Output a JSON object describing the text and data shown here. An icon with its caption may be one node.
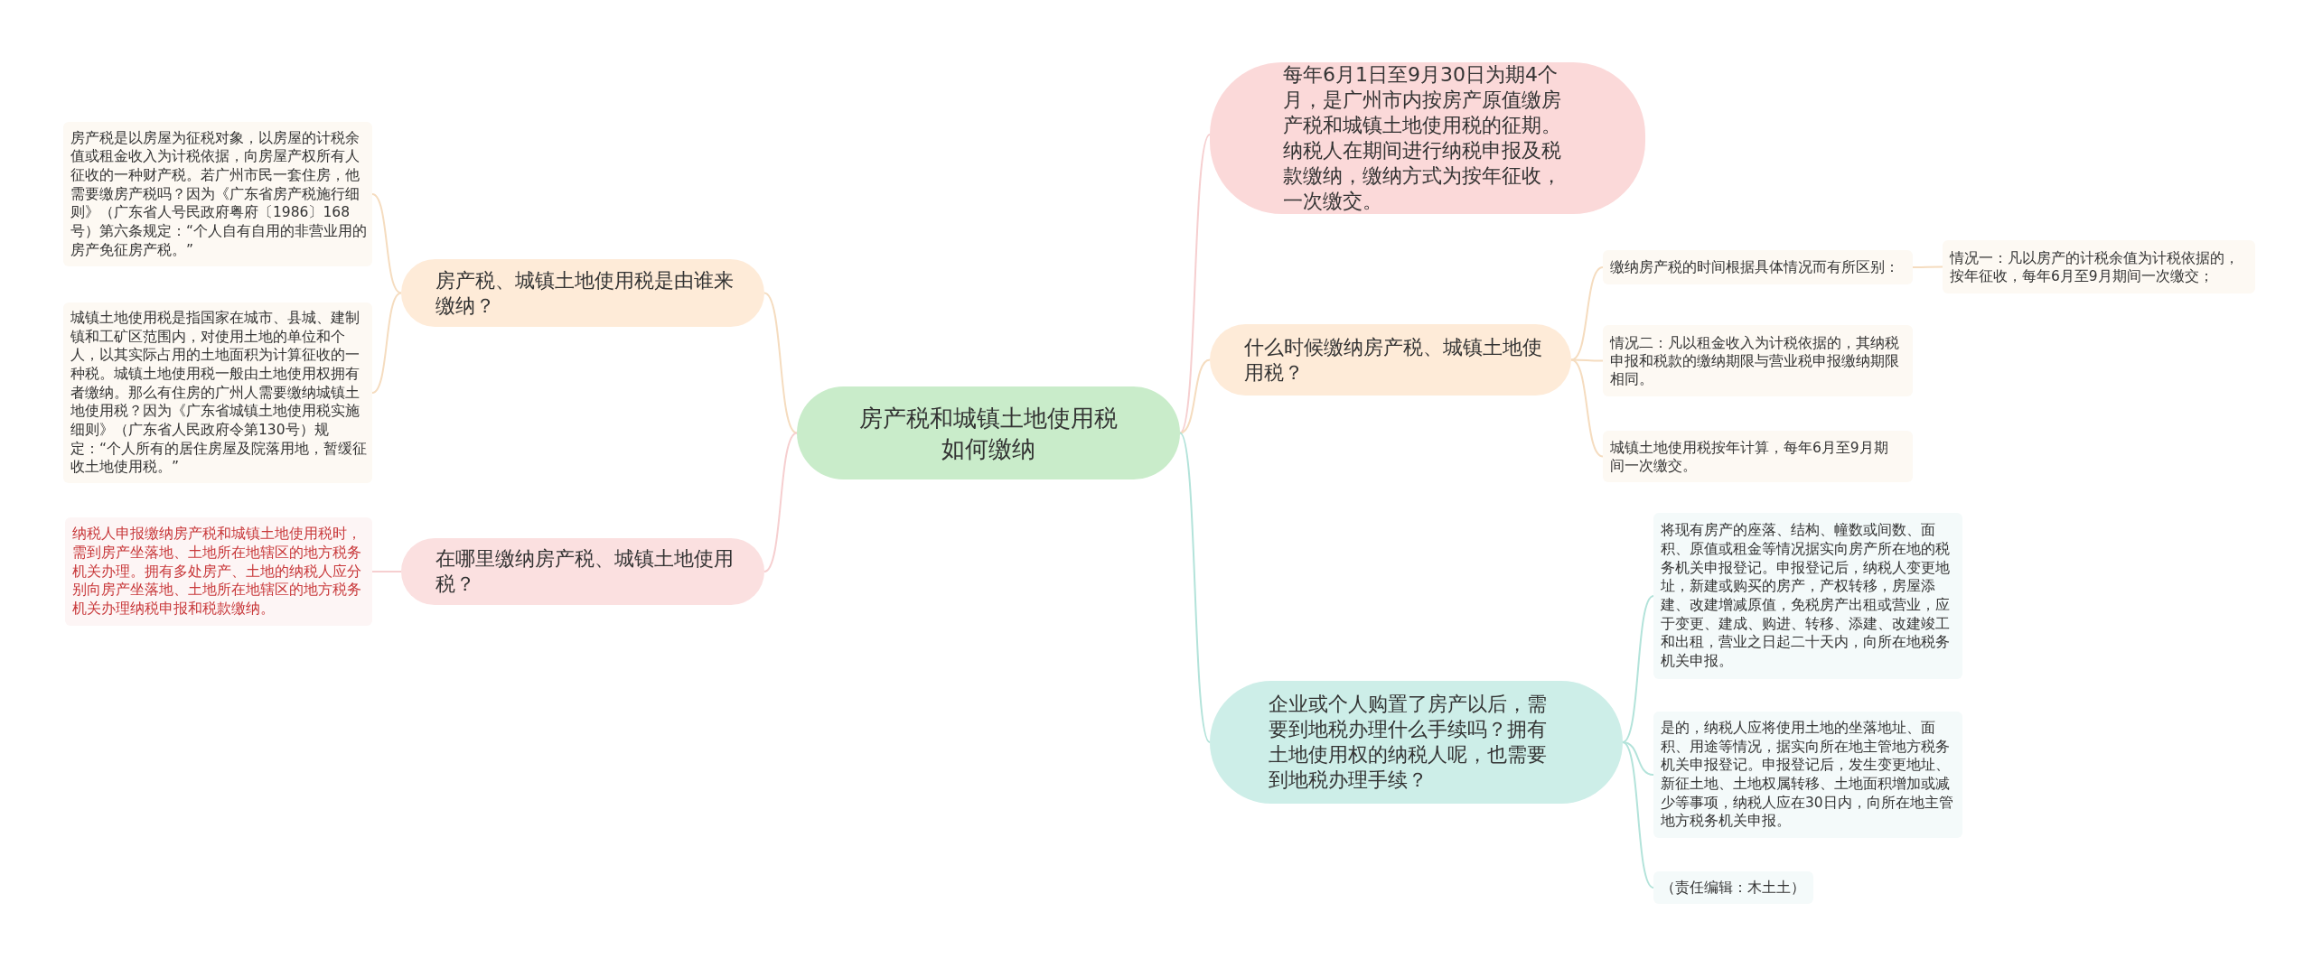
{
  "diagram": {
    "nodes": [
      {
        "text": [
          "房产税和城镇土地使用税如何缴纳"
        ]
      },
      {
        "text": [
          "每年6月1日至9月30日为期4个月，是广州市内按房产原值缴房产税和城镇土地使用税的征期。纳税人在期间进行纳税申报及税款缴纳，缴纳方式为按年征收，一次缴交。"
        ]
      },
      {
        "text": [
          "什么时候缴纳房产税、城镇土地使用税？"
        ]
      },
      {
        "text": [
          "缴纳房产税的时间根据具体情况而有所区别："
        ]
      },
      {
        "text": [
          "情况一：凡以房产的计税余值为计税依据的，按年征收，每年6月至9月期间一次缴交；"
        ]
      },
      {
        "text": [
          "情况二：凡以租金收入为计税依据的，其纳税申报和税款的缴纳期限与营业税申报缴纳期限相同。"
        ]
      },
      {
        "text": [
          "城镇土地使用税按年计算，每年6月至9月期间一次缴交。"
        ]
      },
      {
        "text": [
          "企业或个人购置了房产以后，需要到地税办理什么手续吗？拥有土地使用权的纳税人呢，也需要到地税办理手续？"
        ]
      },
      {
        "text": [
          "将现有房产的座落、结构、幢数或间数、面积、原值或租金等情况据实向房产所在地的税务机关申报登记。申报登记后，纳税人变更地址，新建或购买的房产，产权转移，房屋添建、改建增减原值，免税房产出租或营业，应于变更、建成、购进、转移、添建、改建竣工和出租，营业之日起二十天内，向所在地税务机关申报。"
        ]
      },
      {
        "text": [
          "是的，纳税人应将使用土地的坐落地址、面积、用途等情况，据实向所在地主管地方税务机关申报登记。申报登记后，发生变更地址、新征土地、土地权属转移、土地面积增加或减少等事项，纳税人应在30日内，向所在地主管地方税务机关申报。"
        ]
      },
      {
        "text": [
          "（责任编辑：木土土）"
        ]
      },
      {
        "text": [
          "房产税、城镇土地使用税是由谁来缴纳？"
        ]
      },
      {
        "text": [
          "房产税是以房屋为征税对象，以房屋的计税余值或租金收入为计税依据，向房屋产权所有人征收的一种财产税。若广州市民一套住房，他需要缴房产税吗？因为《广东省房产税施行细则》（广东省人号民政府粤府〔1986〕168号）第六条规定：“个人自有自用的非营业用的房产免征房产税。”"
        ]
      },
      {
        "text": [
          "城镇土地使用税是指国家在城市、县城、建制镇和工矿区范围内，对使用土地的单位和个人，以其实际占用的土地面积为计算征收的一种税。城镇土地使用税一般由土地使用权拥有者缴纳。那么有住房的广州人需要缴纳城镇土地使用税？因为《广东省城镇土地使用税实施细则》（广东省人民政府令第130号）规定：“个人所有的居住房屋及院落用地，暂缓征收土地使用税。”"
        ]
      },
      {
        "text": [
          "在哪里缴纳房产税、城镇土地使用税？"
        ]
      },
      {
        "text": [
          "纳税人申报缴纳房产税和城镇土地使用税时，需到房产坐落地、土地所在地辖区的地方税务机关办理。拥有多处房产、土地的纳税人应分别向房产坐落地、土地所在地辖区的地方税务机关办理纳税申报和税款缴纳。"
        ]
      }
    ],
    "edges": [
      {
        "from": 0,
        "to": 1,
        "arrow": "none",
        "color": "#f6cfd0"
      },
      {
        "from": 0,
        "to": 2,
        "arrow": "none"
      },
      {
        "from": 2,
        "to": 3,
        "arrow": "none"
      },
      {
        "from": 3,
        "to": 4,
        "arrow": "none"
      },
      {
        "from": 2,
        "to": 5,
        "arrow": "none"
      },
      {
        "from": 2,
        "to": 6,
        "arrow": "none"
      },
      {
        "from": 0,
        "to": 7,
        "arrow": "none",
        "color": "#b3e3da"
      },
      {
        "from": 7,
        "to": 8,
        "arrow": "none",
        "color": "#b3e3da"
      },
      {
        "from": 7,
        "to": 9,
        "arrow": "none",
        "color": "#b3e3da"
      },
      {
        "from": 7,
        "to": 10,
        "arrow": "none",
        "color": "#b3e3da"
      },
      {
        "from": 0,
        "to": 11,
        "arrow": "none"
      },
      {
        "from": 11,
        "to": 12,
        "arrow": "none"
      },
      {
        "from": 11,
        "to": 13,
        "arrow": "none"
      },
      {
        "from": 0,
        "to": 14,
        "arrow": "none",
        "color": "#f6cfd0"
      },
      {
        "from": 14,
        "to": 15,
        "arrow": "none",
        "color": "#f6cfd0"
      }
    ]
  }
}
